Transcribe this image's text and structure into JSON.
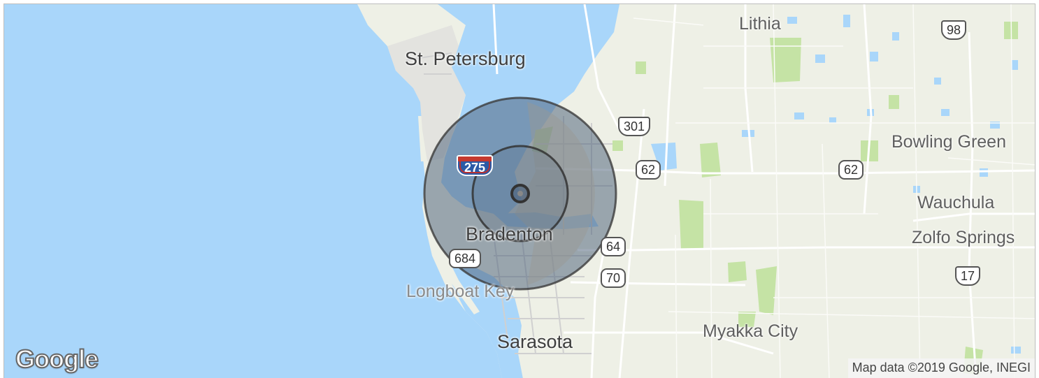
{
  "map": {
    "cities": {
      "lithia": "Lithia",
      "st_petersburg": "St. Petersburg",
      "bowling_green": "Bowling Green",
      "wauchula": "Wauchula",
      "zolfo_springs": "Zolfo Springs",
      "bradenton": "Bradenton",
      "longboat_key": "Longboat Key",
      "myakka_city": "Myakka City",
      "sarasota": "Sarasota"
    },
    "shields": {
      "us98": "98",
      "us301": "301",
      "sr62_west": "62",
      "sr62_east": "62",
      "i275": "275",
      "sr64": "64",
      "sr70": "70",
      "sr684": "684",
      "us17": "17"
    },
    "logo": "Google",
    "attribution": "Map data ©2019 Google, INEGI",
    "colors": {
      "water": "#a9d6fa",
      "land": "#eef0e6",
      "park": "#c5e3a5",
      "radius_fill": "#4b5f78",
      "radius_stroke": "#3c3c3c"
    }
  }
}
